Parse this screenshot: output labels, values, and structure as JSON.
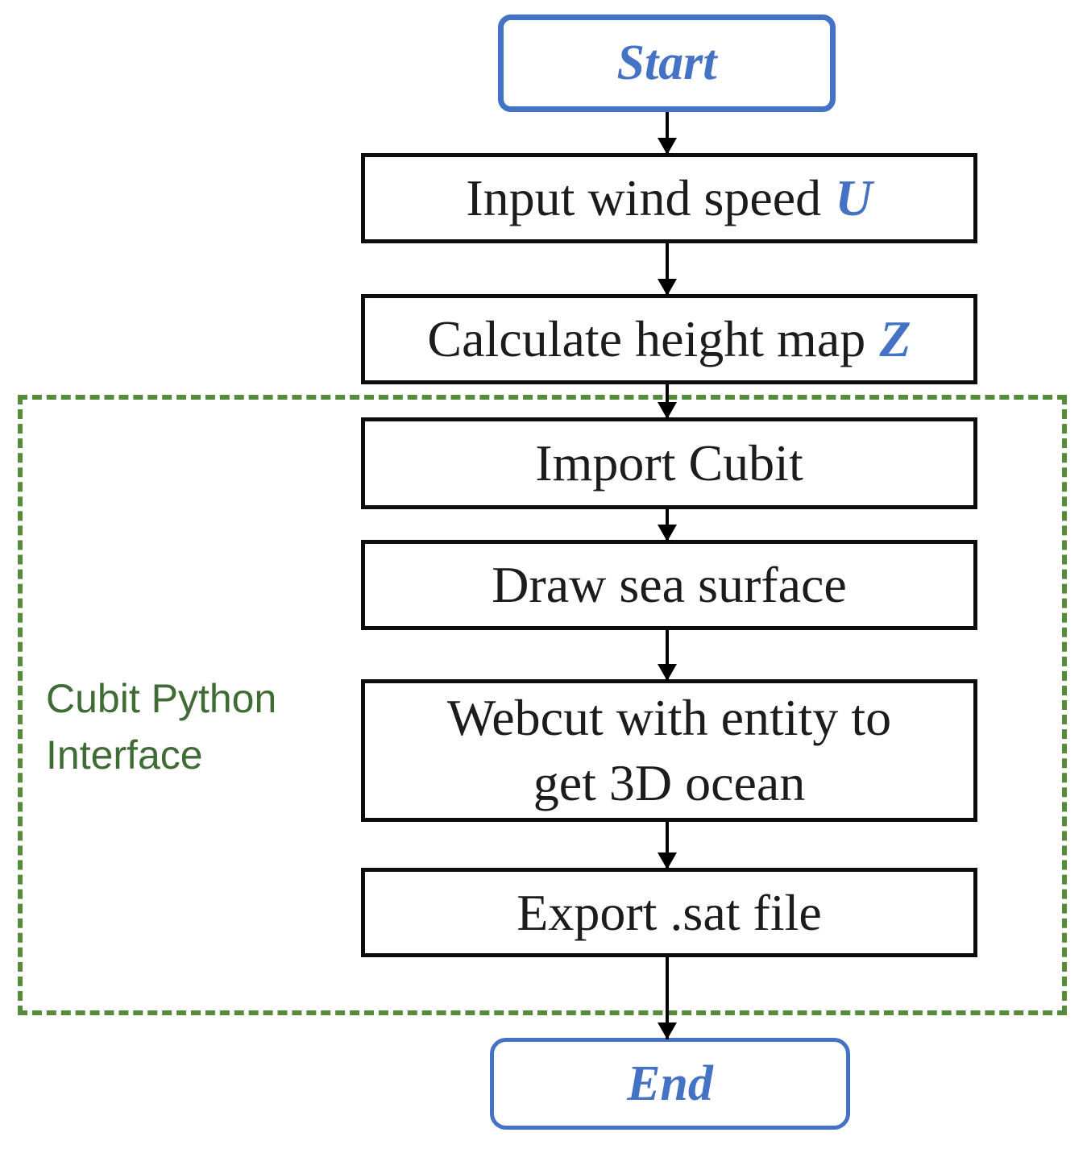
{
  "flowchart": {
    "nodes": {
      "start": {
        "label": "Start"
      },
      "input_wind_speed": {
        "text": "Input wind speed",
        "variable": "U"
      },
      "calculate_height_map": {
        "text": "Calculate height map",
        "variable": "Z"
      },
      "import_cubit": {
        "label": "Import Cubit"
      },
      "draw_sea_surface": {
        "label": "Draw sea surface"
      },
      "webcut": {
        "line1": "Webcut with entity to",
        "line2": "get 3D ocean"
      },
      "export_sat": {
        "label": "Export .sat file"
      },
      "end": {
        "label": "End"
      }
    },
    "group": {
      "label_line1": "Cubit Python",
      "label_line2": "Interface"
    },
    "colors": {
      "accent_blue": "#4472C4",
      "dashed_green": "#568A3C",
      "group_label_green": "#3F6B35",
      "process_border_black": "#0d0d0d",
      "arrow_black": "#000000"
    }
  }
}
